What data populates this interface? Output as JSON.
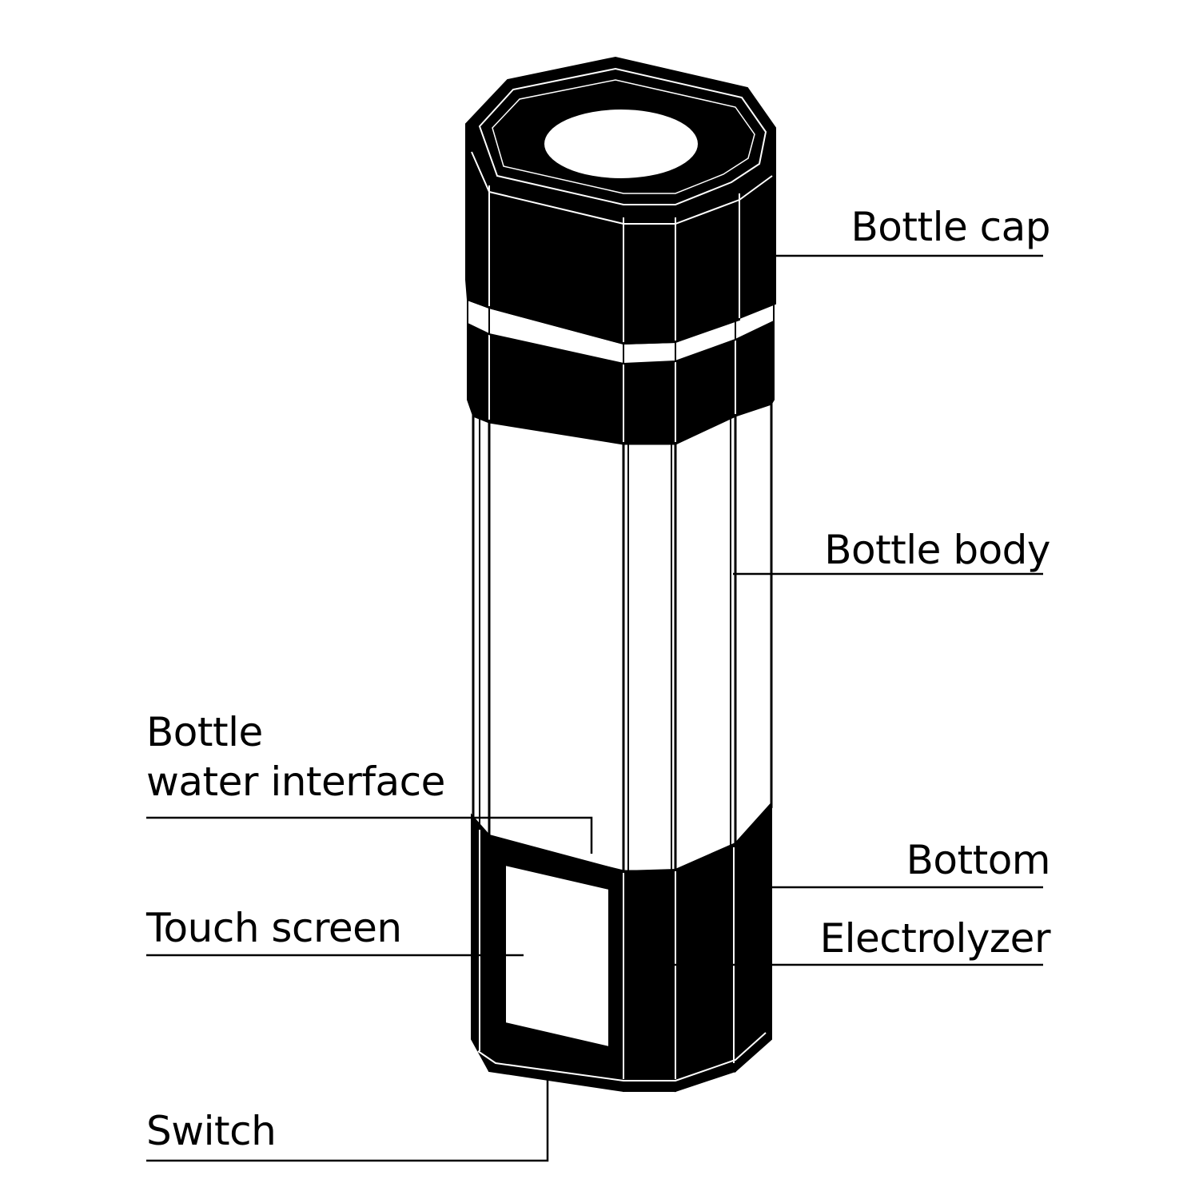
{
  "labels": {
    "bottle_cap": "Bottle cap",
    "bottle_body": "Bottle body",
    "bottle_water_interface_line1": "Bottle",
    "bottle_water_interface_line2": "water interface",
    "bottom": "Bottom",
    "touch_screen": "Touch screen",
    "electrolyzer": "Electrolyzer",
    "switch": "Switch"
  },
  "colors": {
    "ink": "#000000",
    "paper": "#ffffff"
  }
}
